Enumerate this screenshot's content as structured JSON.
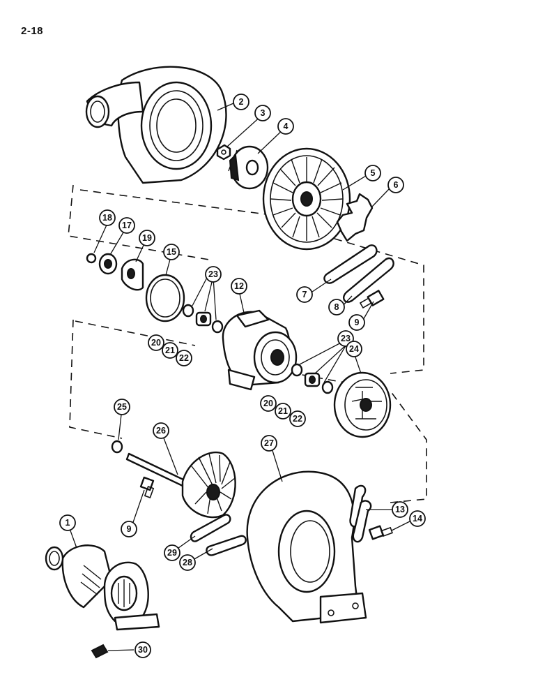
{
  "page": {
    "number": "2-18"
  },
  "callouts": [
    {
      "id": "c2",
      "label": "2"
    },
    {
      "id": "c3",
      "label": "3"
    },
    {
      "id": "c4",
      "label": "4"
    },
    {
      "id": "c5",
      "label": "5"
    },
    {
      "id": "c6",
      "label": "6"
    },
    {
      "id": "c18",
      "label": "18"
    },
    {
      "id": "c17",
      "label": "17"
    },
    {
      "id": "c19",
      "label": "19"
    },
    {
      "id": "c15",
      "label": "15"
    },
    {
      "id": "c23a",
      "label": "23"
    },
    {
      "id": "c12",
      "label": "12"
    },
    {
      "id": "c7",
      "label": "7"
    },
    {
      "id": "c8",
      "label": "8"
    },
    {
      "id": "c9a",
      "label": "9"
    },
    {
      "id": "c20a",
      "label": "20"
    },
    {
      "id": "c21a",
      "label": "21"
    },
    {
      "id": "c22a",
      "label": "22"
    },
    {
      "id": "c23b",
      "label": "23"
    },
    {
      "id": "c24",
      "label": "24"
    },
    {
      "id": "c20b",
      "label": "20"
    },
    {
      "id": "c21b",
      "label": "21"
    },
    {
      "id": "c22b",
      "label": "22"
    },
    {
      "id": "c25",
      "label": "25"
    },
    {
      "id": "c26",
      "label": "26"
    },
    {
      "id": "c27",
      "label": "27"
    },
    {
      "id": "c1",
      "label": "1"
    },
    {
      "id": "c9b",
      "label": "9"
    },
    {
      "id": "c13",
      "label": "13"
    },
    {
      "id": "c14",
      "label": "14"
    },
    {
      "id": "c29",
      "label": "29"
    },
    {
      "id": "c28",
      "label": "28"
    },
    {
      "id": "c30",
      "label": "30"
    }
  ]
}
